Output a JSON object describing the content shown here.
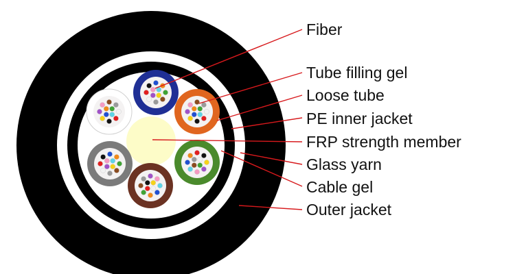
{
  "labels": [
    {
      "id": "fiber",
      "text": "Fiber"
    },
    {
      "id": "tube-filling-gel",
      "text": "Tube filling gel"
    },
    {
      "id": "loose-tube",
      "text": "Loose tube"
    },
    {
      "id": "pe-inner-jacket",
      "text": "PE inner jacket"
    },
    {
      "id": "frp-strength-member",
      "text": "FRP strength member"
    },
    {
      "id": "glass-yarn",
      "text": "Glass yarn"
    },
    {
      "id": "cable-gel",
      "text": "Cable gel"
    },
    {
      "id": "outer-jacket",
      "text": "Outer jacket"
    }
  ],
  "colors": {
    "jacket": "#000000",
    "glass_yarn": "#ffffff",
    "inner_fill": "#ffffff",
    "frp": "#fdfcc8",
    "leader": "#d7191c",
    "tube_fill": "#f4f2f2",
    "tubes": [
      "#1f2f95",
      "#e0661f",
      "#4a8a2c",
      "#6b3222",
      "#7b7b7b",
      "#ffffff"
    ],
    "fibers": [
      "#1f4fd1",
      "#f08a1a",
      "#3fa334",
      "#8a4b1f",
      "#9a9a9a",
      "#f2f2f2",
      "#e21e1e",
      "#111111",
      "#f6d21a",
      "#a052c8",
      "#f59ac2",
      "#5fd3e6"
    ]
  }
}
